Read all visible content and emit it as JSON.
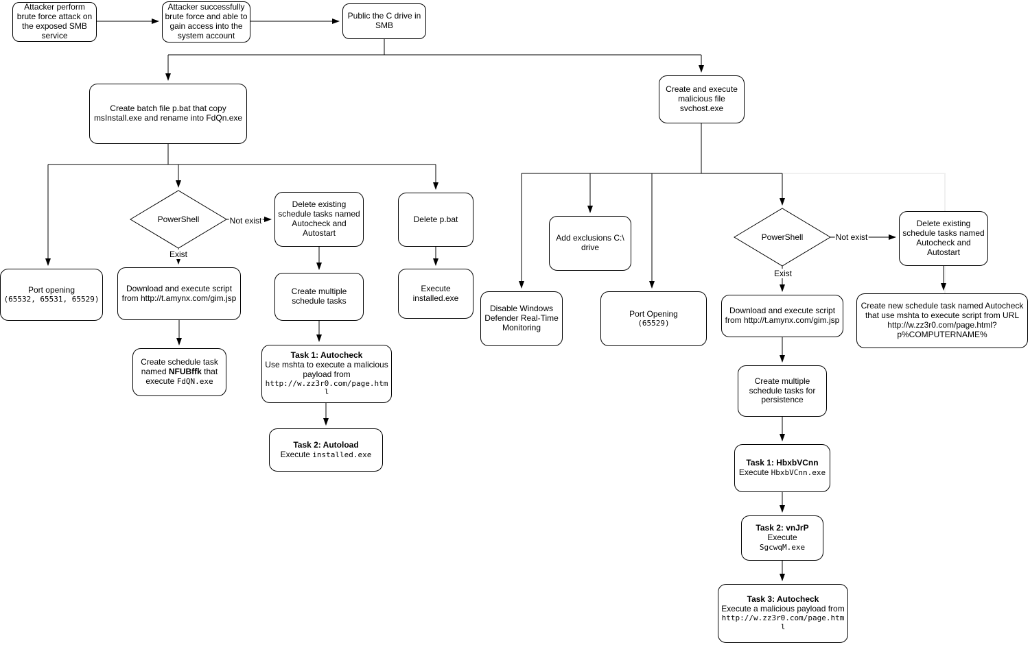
{
  "diagram": {
    "background": "#ffffff",
    "stroke_color": "#000000",
    "page_break_color": "#f0f0f0"
  },
  "labels": {
    "not_exist_left": "Not exist",
    "exist_left": "Exist",
    "not_exist_right": "Not exist",
    "exist_right": "Exist"
  },
  "nodes": {
    "attack_smb": {
      "text": "Attacker perform brute force attack on the exposed SMB service"
    },
    "gain_access": {
      "text": "Attacker successfully brute force and able to gain access into the system account"
    },
    "public_c_drive": {
      "text": "Public the C drive in SMB"
    },
    "create_batch": {
      "text": "Create batch file p.bat that copy msInstall.exe and rename into FdQn.exe"
    },
    "create_svchost": {
      "text": "Create and execute malicious file svchost.exe"
    },
    "port_opening_left": {
      "line1": "Port opening",
      "ports": "(65532, 65531, 65529)"
    },
    "powershell_left": {
      "text": "PowerShell"
    },
    "delete_tasks_left": {
      "text": "Delete existing schedule tasks named Autocheck and Autostart"
    },
    "delete_pbat": {
      "text": "Delete p.bat"
    },
    "download_script_left": {
      "text": "Download and execute script from http://t.amynx.com/gim.jsp"
    },
    "create_nfubffk": {
      "pre": "Create schedule task named ",
      "bold": "NFUBffk",
      "mid": " that execute ",
      "mono": "FdQN.exe"
    },
    "create_multiple_left": {
      "text": "Create multiple schedule tasks"
    },
    "execute_installed": {
      "text": "Execute installed.exe"
    },
    "task1_autocheck": {
      "title": "Task 1: Autocheck",
      "body": "Use mshta to execute a malicious payload from",
      "mono": "http://w.zz3r0.com/page.html"
    },
    "task2_autoload": {
      "title": "Task 2: Autoload",
      "body": "Execute ",
      "mono": "installed.exe"
    },
    "disable_defender": {
      "text": "Disable Windows Defender Real-Time Monitoring"
    },
    "add_exclusions": {
      "text": "Add exclusions C:\\ drive"
    },
    "port_opening_right": {
      "line1": "Port Opening",
      "ports": "(65529)"
    },
    "powershell_right": {
      "text": "PowerShell"
    },
    "delete_tasks_right": {
      "text": "Delete existing schedule tasks named Autocheck and Autostart"
    },
    "create_new_task": {
      "text": "Create new schedule task named Autocheck that use mshta to execute script from URL http://w.zz3r0.com/page.html?p%COMPUTERNAME%"
    },
    "download_script_right": {
      "text": "Download and execute script from http://t.amynx.com/gim.jsp"
    },
    "create_multiple_right": {
      "text": "Create multiple schedule tasks for persistence"
    },
    "task1_hbxbvcnn": {
      "title": "Task 1: HbxbVCnn",
      "body": "Execute ",
      "mono": "HbxbVCnn.exe"
    },
    "task2_vnjrp": {
      "title": "Task 2: vnJrP",
      "body": "Execute ",
      "mono": "SgcwqM.exe"
    },
    "task3_autocheck": {
      "title": "Task 3: Autocheck",
      "body": "Execute a malicious payload from",
      "mono": "http://w.zz3r0.com/page.html"
    }
  }
}
